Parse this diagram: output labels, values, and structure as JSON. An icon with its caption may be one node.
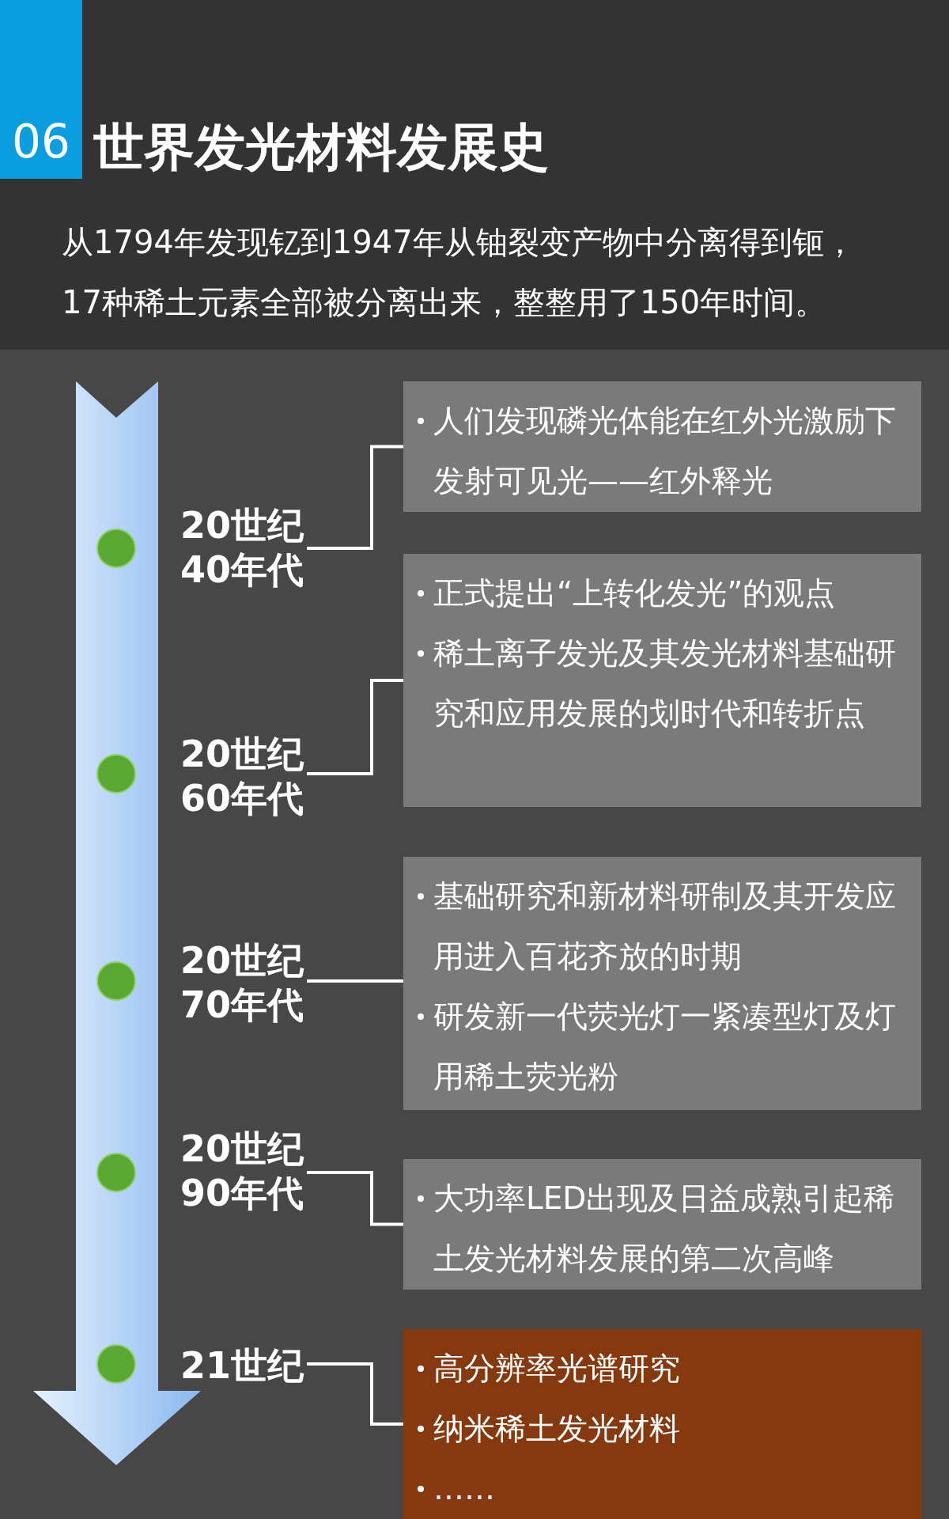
{
  "diagram": {
    "title": "世界发光材料发展史",
    "nodes": [
      {
        "text": [
          "20世纪40年代"
        ]
      },
      {
        "text": [
          "人们发现磷光体能在红外光激励下发射可见光——红外释光"
        ]
      },
      {
        "text": [
          "20世纪60年代"
        ]
      },
      {
        "text": [
          "正式提出“上转化发光”的观点",
          "稀土离子发光及其发光材料基础研究和应用发展的划时代和转折点"
        ]
      },
      {
        "text": [
          "20世纪70年代"
        ]
      },
      {
        "text": [
          "基础研究和新材料研制及其开发应用进入百花齐放的时期",
          "研发新一代荧光灯一紧凑型灯及灯用稀土荧光粉"
        ]
      },
      {
        "text": [
          "20世纪90年代"
        ]
      },
      {
        "text": [
          "大功率LED出现及日益成熟引起稀土发光材料发展的第二次高峰"
        ]
      },
      {
        "text": [
          "21世纪"
        ]
      },
      {
        "text": [
          "高分辨率光谱研究",
          "纳米稀土发光材料",
          "……"
        ]
      }
    ],
    "edges": [
      {
        "from": 0,
        "to": 1,
        "arrow": "none"
      },
      {
        "from": 2,
        "to": 3,
        "arrow": "none"
      },
      {
        "from": 4,
        "to": 5,
        "arrow": "none"
      },
      {
        "from": 6,
        "to": 7,
        "arrow": "none"
      },
      {
        "from": 8,
        "to": 9,
        "arrow": "none"
      }
    ],
    "labels": [
      "06",
      "从1794年发现钇到1947年从铀裂变产物中分离得到钷，17种稀土元素全部被分离出来，整整用了150年时间。"
    ]
  }
}
